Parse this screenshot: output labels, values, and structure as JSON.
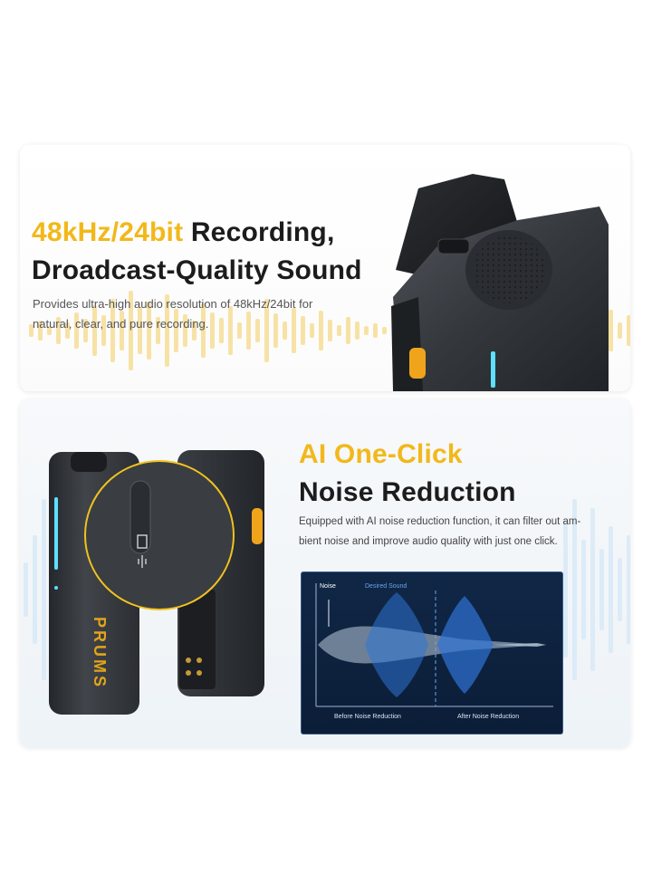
{
  "section1": {
    "title_accent": "48kHz/24bit",
    "title_rest": " Recording,",
    "title_line2": "Droadcast-Quality Sound",
    "description_line1": "Provides ultra-high audio resolution of 48kHz/24bit for",
    "description_line2": "natural, clear, and pure recording."
  },
  "section2": {
    "title_accent": "AI One-Click",
    "title_line2": "Noise Reduction",
    "description_line1": "Equipped with AI noise reduction function, it can filter out am-",
    "description_line2": "bient noise and improve audio quality with just one click.",
    "graph": {
      "noise_label": "Noise",
      "desired_label": "Desired Sound",
      "before_label": "Before Noise Reduction",
      "after_label": "After Noise Reduction"
    },
    "device_brand": "PRUMS"
  },
  "colors": {
    "accent": "#f2b81b",
    "heading": "#1c1c1c",
    "led": "#5ee0ff",
    "button": "#f0a41c",
    "graph_bg": "#0b1d37"
  }
}
